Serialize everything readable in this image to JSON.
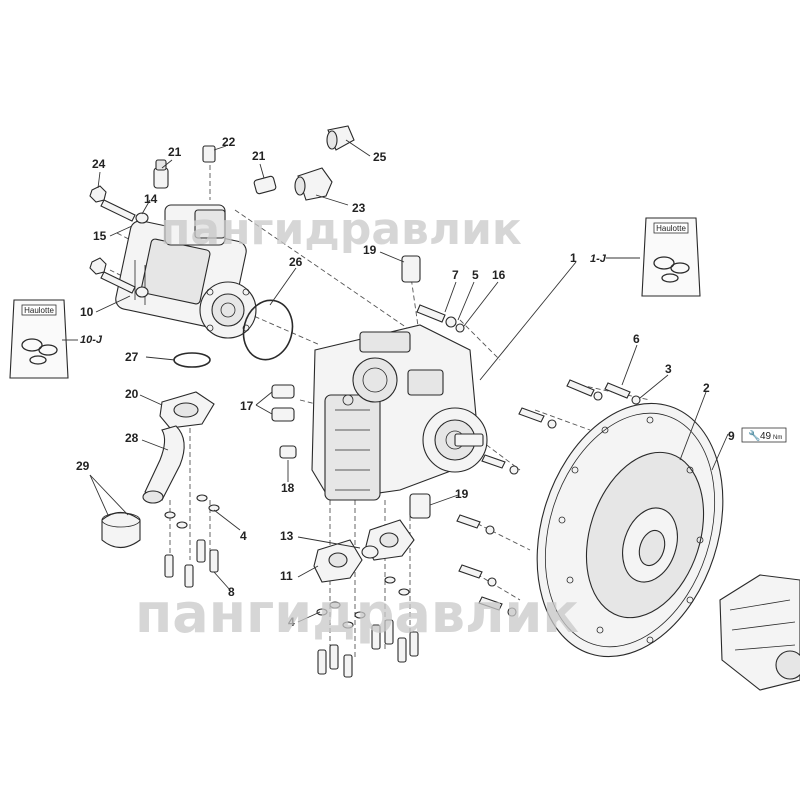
{
  "watermarks": [
    "пангидравлик",
    "пангидравлик"
  ],
  "kit_bag_label": "Haulotte",
  "torque_badge": "49",
  "torque_unit": "Nm",
  "callouts": {
    "c1": "1",
    "c1j": "1-J",
    "c2": "2",
    "c3": "3",
    "c4a": "4",
    "c4b": "4",
    "c5": "5",
    "c6": "6",
    "c7": "7",
    "c8": "8",
    "c9": "9",
    "c10": "10",
    "c10j": "10-J",
    "c11": "11",
    "c13": "13",
    "c14": "14",
    "c15": "15",
    "c16": "16",
    "c17": "17",
    "c18": "18",
    "c19a": "19",
    "c19b": "19",
    "c20": "20",
    "c21a": "21",
    "c21b": "21",
    "c22": "22",
    "c23": "23",
    "c24": "24",
    "c25": "25",
    "c26": "26",
    "c27": "27",
    "c28": "28",
    "c29": "29"
  }
}
